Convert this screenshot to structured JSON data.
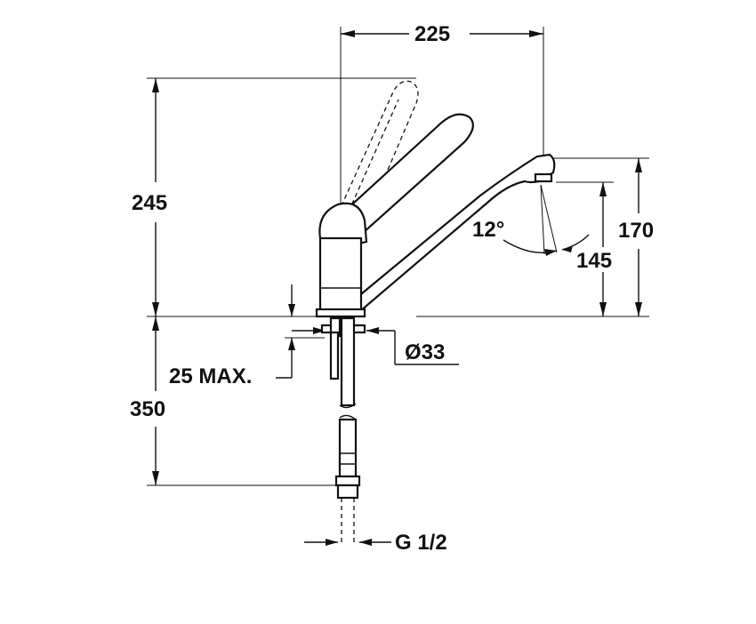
{
  "dimensions": {
    "width_top": "225",
    "height_total": "245",
    "spout_height": "170",
    "spout_outlet_height": "145",
    "angle": "12°",
    "hole_diameter": "Ø33",
    "max_thickness": "25 MAX.",
    "hose_length": "350",
    "thread": "G 1/2"
  }
}
